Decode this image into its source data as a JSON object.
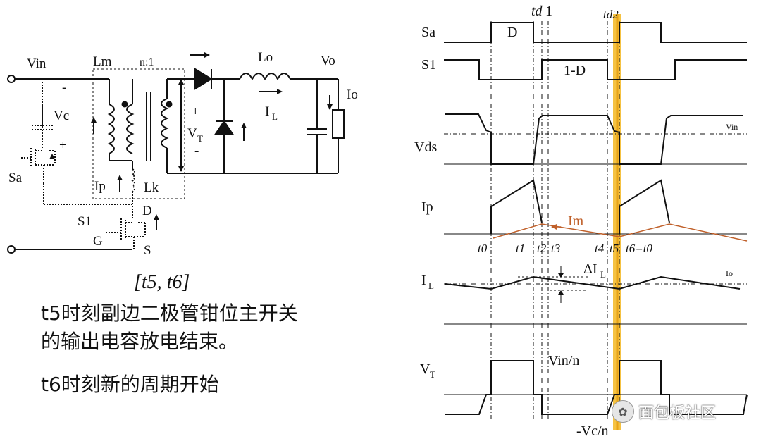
{
  "circuit": {
    "vin": "Vin",
    "lm": "Lm",
    "ratio": "n:1",
    "lo": "Lo",
    "vo": "Vo",
    "io": "Io",
    "vc": "Vc",
    "plus_vc": "+",
    "minus_vc": "-",
    "sa": "Sa",
    "ip": "Ip",
    "lk": "Lk",
    "s1": "S1",
    "d": "D",
    "g": "G",
    "s": "S",
    "il": "I",
    "il_sub": "L",
    "vt": "V",
    "vt_sub": "T",
    "plus_vt": "+",
    "minus_vt": "-"
  },
  "caption": {
    "interval": "[t5, t6]",
    "line1": "t5时刻副边二极管钳位主开关",
    "line2": "的输出电容放电结束。",
    "line3": "t6时刻新的周期开始"
  },
  "waveforms": {
    "sa": "Sa",
    "s1": "S1",
    "vds": "Vds",
    "ip": "Ip",
    "il": "I",
    "il_sub": "L",
    "vt": "V",
    "vt_sub": "T",
    "d": "D",
    "one_minus_d": "1-D",
    "td1": "td",
    "td1_num": "1",
    "td2": "td2",
    "vin_level": "Vin",
    "im": "Im",
    "delta_il": "ΔI",
    "delta_il_sub": "L",
    "io_level": "Io",
    "vin_n": "Vin/n",
    "neg_vc_n": "-Vc/n",
    "t0": "t0",
    "t1": "t1",
    "t2": "t2",
    "t3": "t3",
    "t4": "t4",
    "t5": "t5",
    "t6": "t6=t0"
  },
  "colors": {
    "highlight": "#f5c242",
    "highlight_core": "#e8a317",
    "im_curve": "#c0602a",
    "line": "#111111"
  },
  "watermark": {
    "text": "面包板社区",
    "icon": "wechat-icon"
  }
}
